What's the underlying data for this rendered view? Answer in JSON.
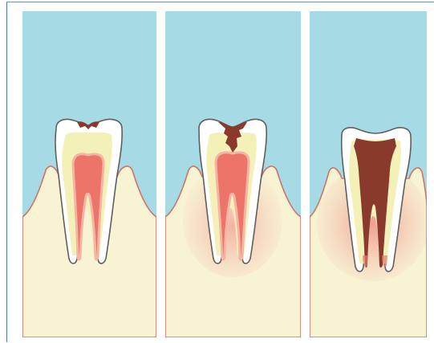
{
  "diagram": {
    "panels": [
      {
        "stage": 1,
        "decay": "enamel"
      },
      {
        "stage": 2,
        "decay": "dentin"
      },
      {
        "stage": 3,
        "decay": "pulp"
      }
    ],
    "colors": {
      "sky": "#a6dbe6",
      "gum_bone": "#f8f4d3",
      "gum_line": "#cf7468",
      "enamel": "#ffffff",
      "enamel_outline": "#5f5f5f",
      "dentin": "#f3f0b8",
      "pulp": "#ec7468",
      "pulp_edge": "#f5b5a4",
      "decay": "#8a3a2c",
      "inflammation": "#f3b5a9",
      "frame": "#4a78a8"
    }
  }
}
